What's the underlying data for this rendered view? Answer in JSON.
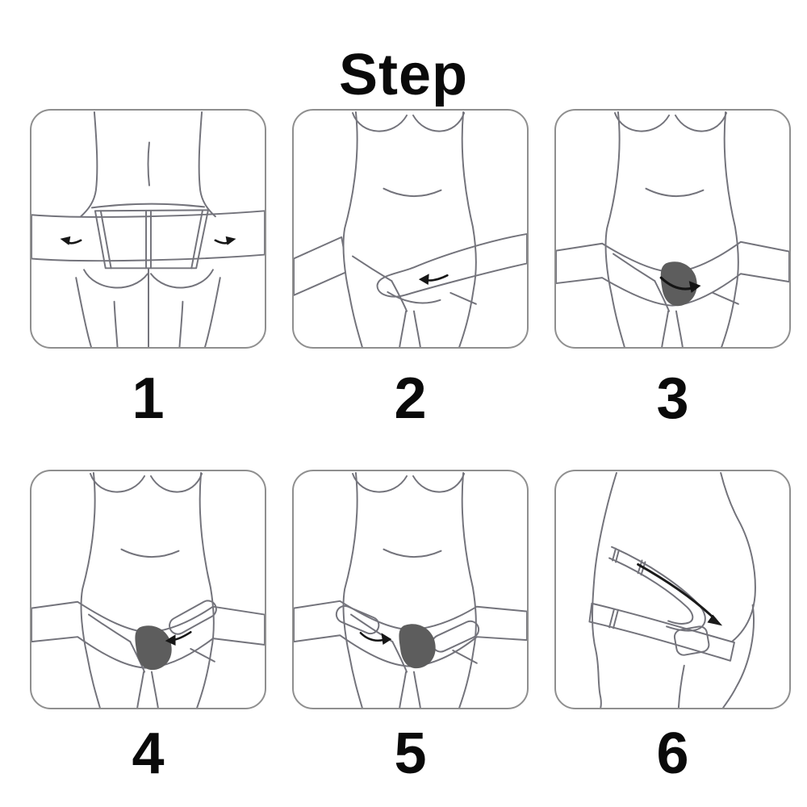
{
  "title": "Step",
  "colors": {
    "background": "#ffffff",
    "line_art": "#73737b",
    "panel_border": "#8f8f8f",
    "text": "#0a0a0a",
    "dark_pad": "#5d5d5d",
    "belt_dots": "#b3b3b3"
  },
  "steps": [
    {
      "number": "1",
      "illustration": "back-view-belt-wrapped-around-pelvis-arrows-outward"
    },
    {
      "number": "2",
      "illustration": "front-view-belt-end-pulled-across-lower-abdomen"
    },
    {
      "number": "3",
      "illustration": "front-view-belt-fastened-center-pad-pressed"
    },
    {
      "number": "4",
      "illustration": "front-view-right-side-strap-pulled-to-center-pad"
    },
    {
      "number": "5",
      "illustration": "front-view-both-side-straps-secured-over-pad"
    },
    {
      "number": "6",
      "illustration": "side-view-belt-worn-under-pregnant-belly"
    }
  ]
}
